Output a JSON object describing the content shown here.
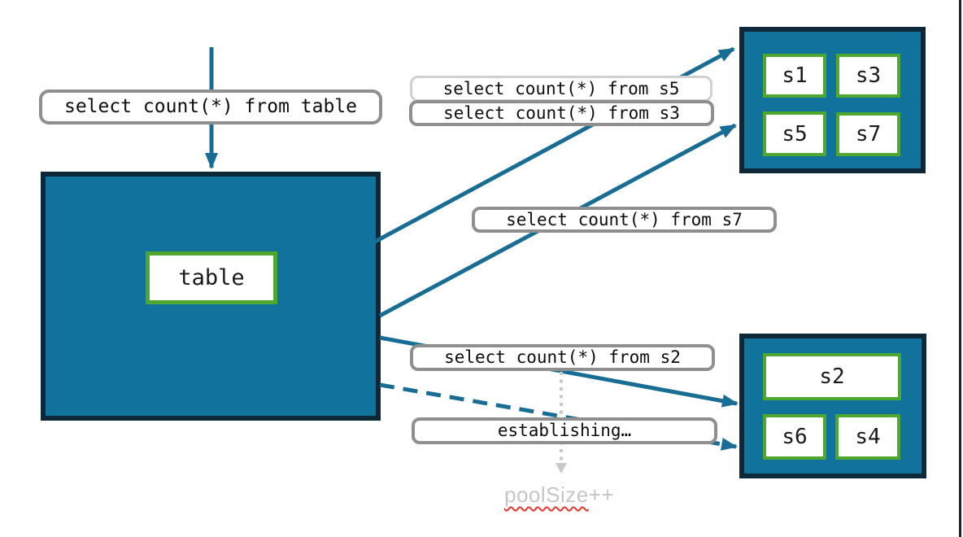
{
  "table_box": {
    "label": "table"
  },
  "queries": {
    "from_table": "select count(*) from table",
    "from_s5": "select count(*) from s5",
    "from_s3": "select count(*) from s3",
    "from_s7": "select count(*) from s7",
    "from_s2": "select count(*) from s2",
    "establishing": "establishing…"
  },
  "top_shard_group": {
    "shards": [
      "s1",
      "s3",
      "s5",
      "s7"
    ]
  },
  "bottom_shard_group": {
    "shards": [
      "s2",
      "s6",
      "s4"
    ]
  },
  "annotation": {
    "word": "poolSize",
    "operator": "++"
  },
  "colors": {
    "box_fill_teal": "#11739c",
    "box_border_dark": "#0d2838",
    "shard_border_green": "#4ea72e",
    "arrow_teal": "#186d95",
    "label_border_gray": "#8f8f8f",
    "label_border_light_gray": "#d0d0d0",
    "muted_gray": "#c6c6c6",
    "spellcheck_red": "#e8372c"
  }
}
